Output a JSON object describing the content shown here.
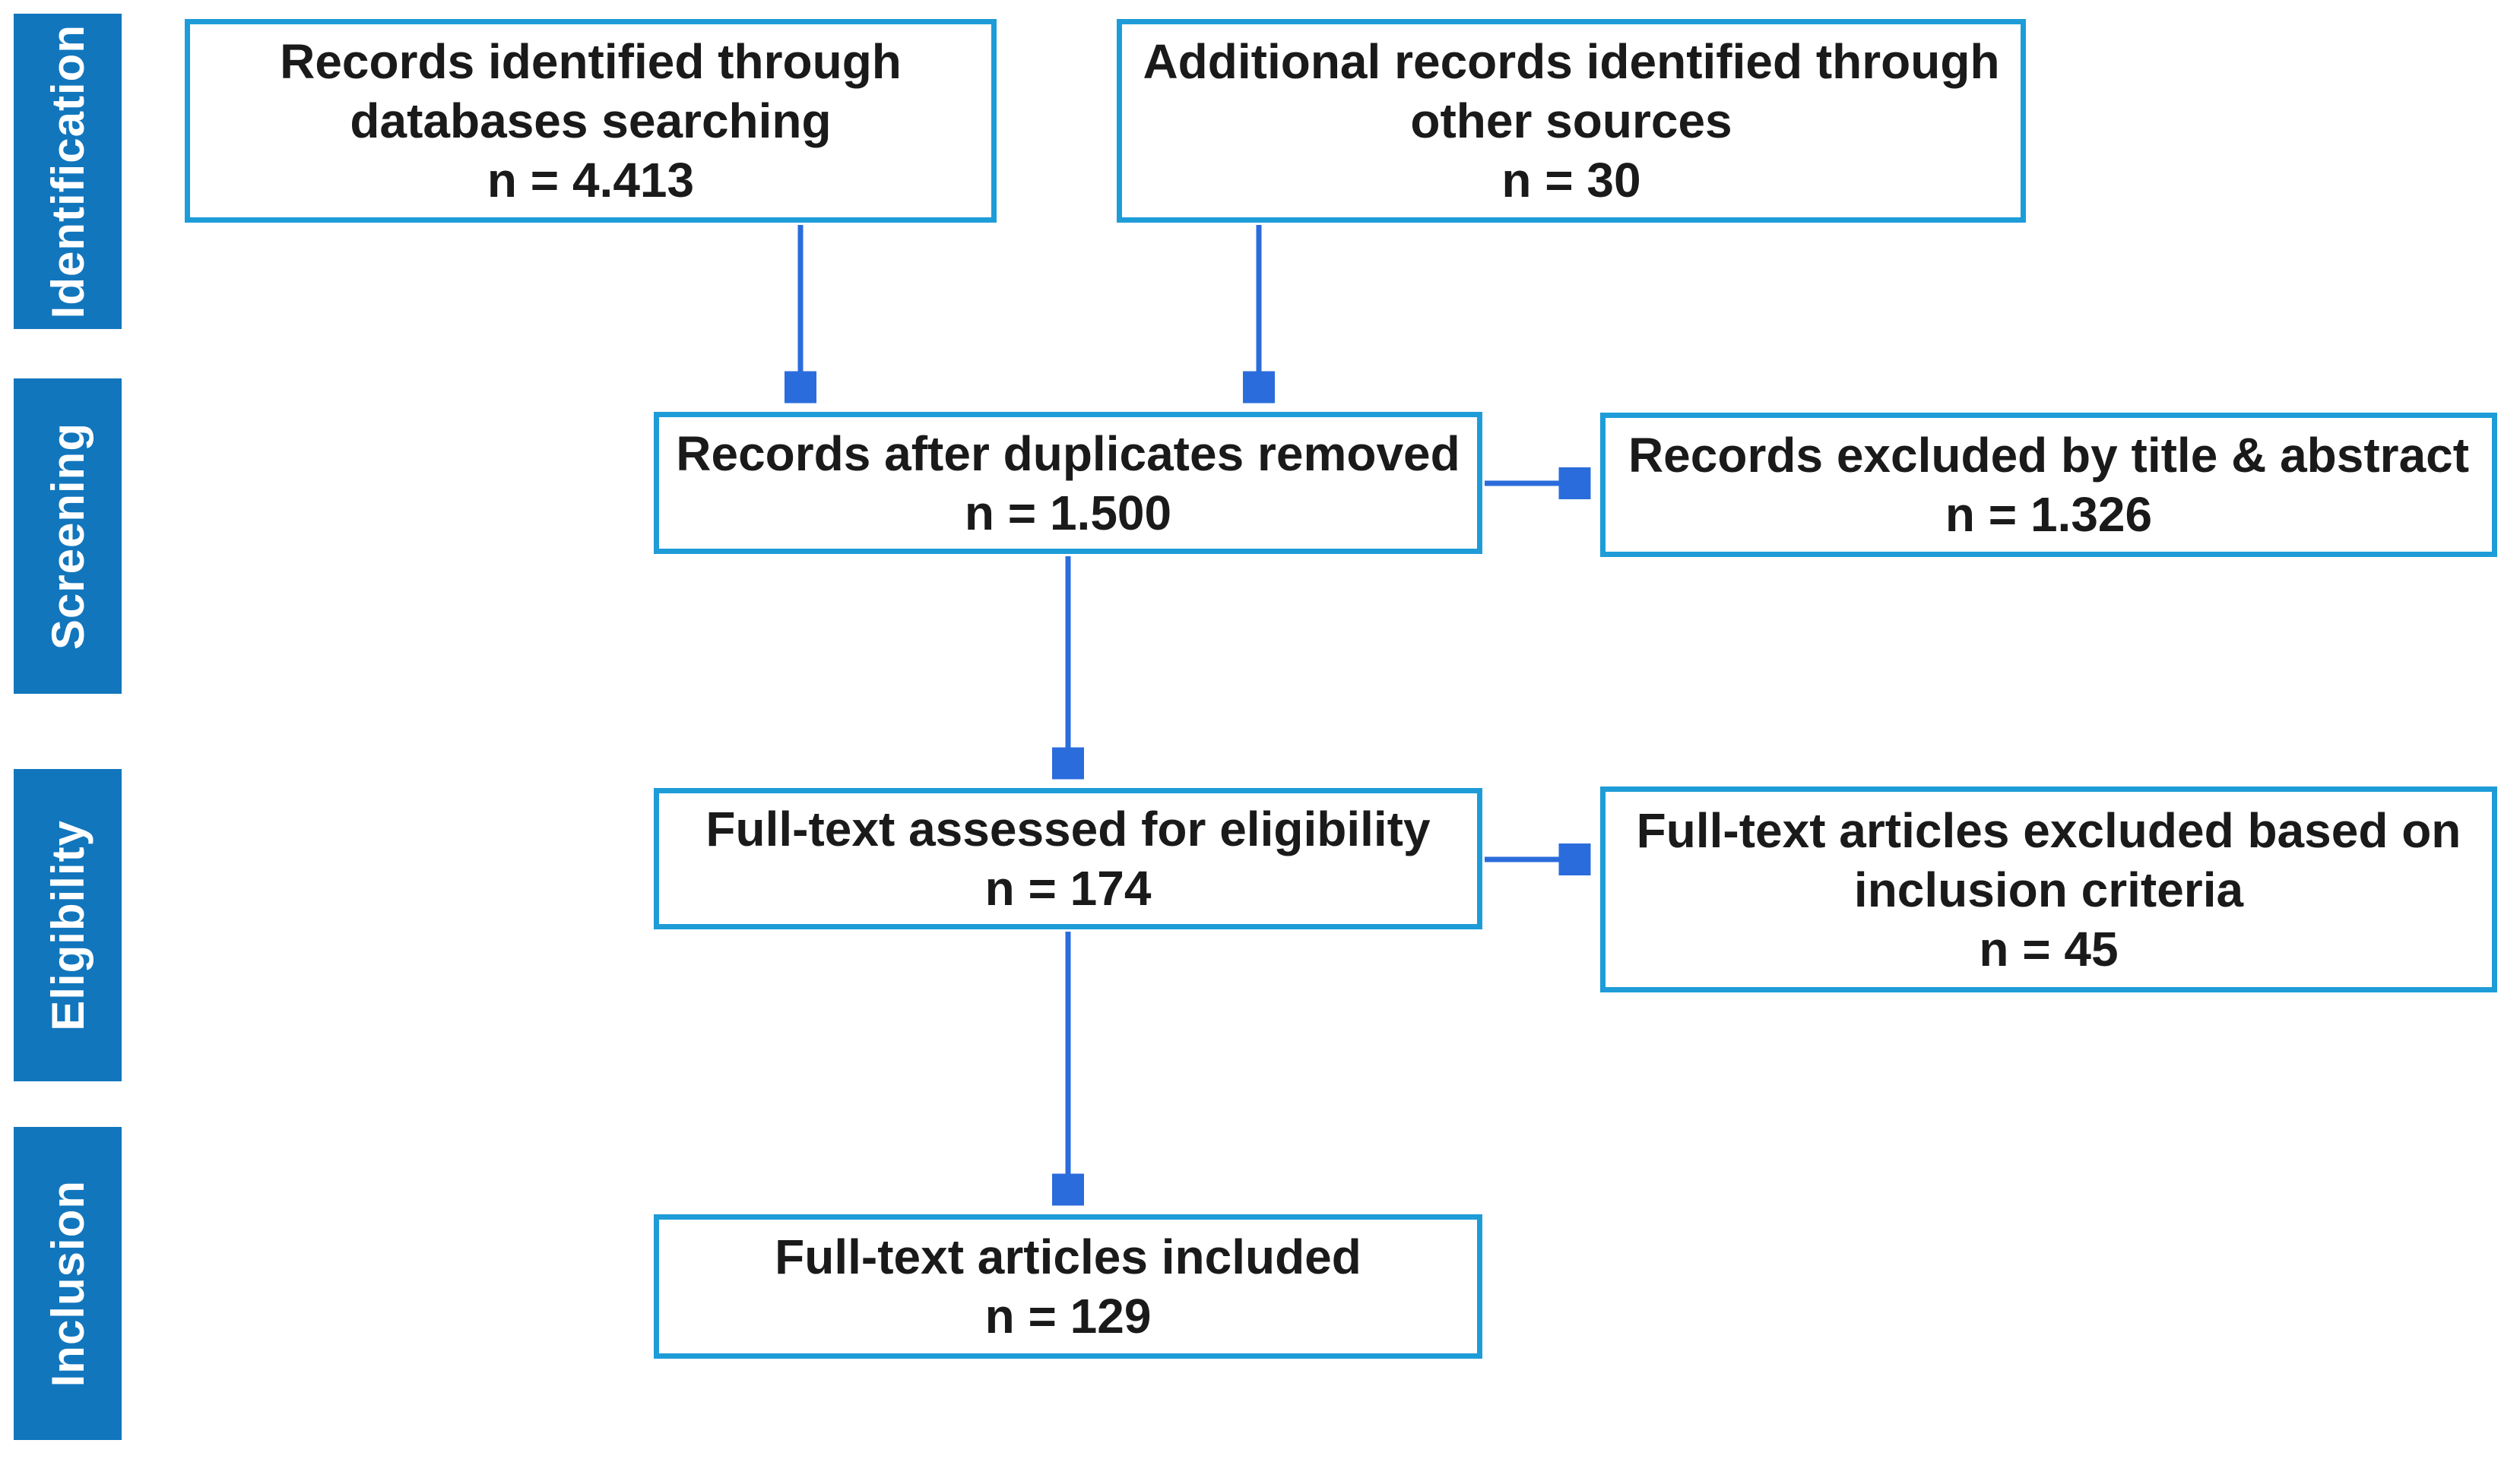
{
  "diagram_type": "prisma-flow-diagram",
  "colors": {
    "stage_bar_blue": "#1276BD",
    "box_border_blue": "#1E9CD8",
    "arrow_blue": "#2B6CDC",
    "box_text": "#1a1a1a",
    "stage_text": "#ffffff",
    "background": "#ffffff"
  },
  "stages": [
    {
      "label": "Identification"
    },
    {
      "label": "Screening"
    },
    {
      "label": "Eligibility"
    },
    {
      "label": "Inclusion"
    }
  ],
  "boxes": {
    "identified": {
      "line1": "Records identified through",
      "line2": "databases searching",
      "count": "n = 4.413"
    },
    "additional": {
      "line1": "Additional records identified through",
      "line2": "other sources",
      "count": "n = 30"
    },
    "deduplicated": {
      "line1": "Records after duplicates removed",
      "count": "n = 1.500"
    },
    "excluded_screening": {
      "line1": "Records excluded by title & abstract",
      "count": "n = 1.326"
    },
    "assessed": {
      "line1": "Full-text assessed for eligibility",
      "count": "n = 174"
    },
    "excluded_eligibility": {
      "line1": "Full-text articles excluded based on",
      "line2": "inclusion criteria",
      "count": "n = 45"
    },
    "included": {
      "line1": "Full-text articles included",
      "count": "n = 129"
    }
  }
}
